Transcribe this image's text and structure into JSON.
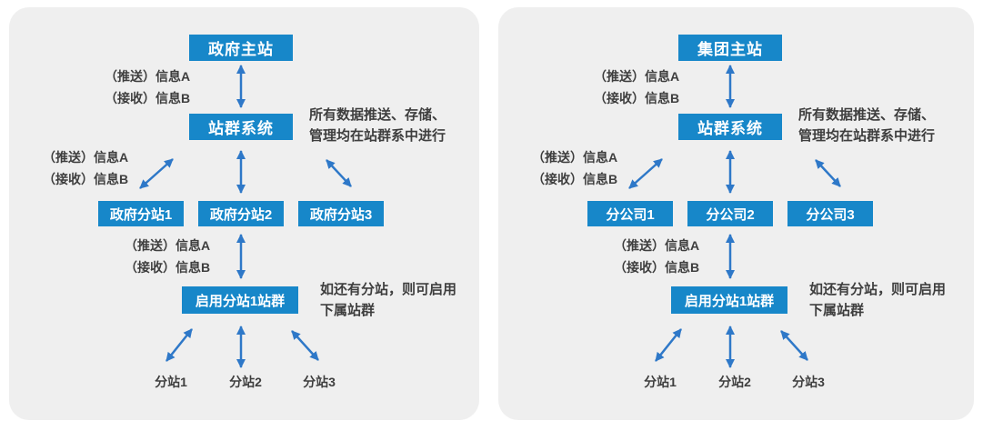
{
  "colors": {
    "box_blue": "#1787c9",
    "arrow_blue": "#2e78c8",
    "panel_bg": "#efefef",
    "text_dark": "#3e3e3e"
  },
  "panels": [
    {
      "main_site": "政府主站",
      "cluster_system": "站群系统",
      "push_label": "（推送）信息A",
      "receive_label": "（接收）信息B",
      "branches": [
        "政府分站1",
        "政府分站2",
        "政府分站3"
      ],
      "enable_cluster": "启用分站1站群",
      "note_data_line1": "所有数据推送、存储、",
      "note_data_line2": "管理均在站群系中进行",
      "note_sub_line1": "如还有分站，则可启用",
      "note_sub_line2": "下属站群",
      "sub_sites": [
        "分站1",
        "分站2",
        "分站3"
      ]
    },
    {
      "main_site": "集团主站",
      "cluster_system": "站群系统",
      "push_label": "（推送）信息A",
      "receive_label": "（接收）信息B",
      "branches": [
        "分公司1",
        "分公司2",
        "分公司3"
      ],
      "enable_cluster": "启用分站1站群",
      "note_data_line1": "所有数据推送、存储、",
      "note_data_line2": "管理均在站群系中进行",
      "note_sub_line1": "如还有分站，则可启用",
      "note_sub_line2": "下属站群",
      "sub_sites": [
        "分站1",
        "分站2",
        "分站3"
      ]
    }
  ]
}
